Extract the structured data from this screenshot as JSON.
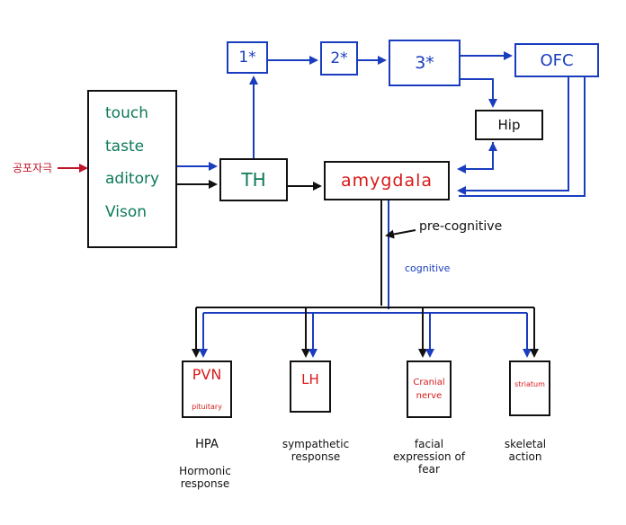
{
  "stimulus_label": "공포자극",
  "senses": [
    "touch",
    "taste",
    "aditory",
    "Vison"
  ],
  "nodes": {
    "th": "TH",
    "amygdala": "amygdala",
    "c1": "1*",
    "c2": "2*",
    "c3": "3*",
    "ofc": "OFC",
    "hip": "Hip",
    "pvn": "PVN",
    "pituitary": "pituitary",
    "lh": "LH",
    "cranial": "Cranial nerve",
    "striatum": "striatum"
  },
  "path_labels": {
    "pre_cognitive": "pre-cognitive",
    "cognitive": "cognitive"
  },
  "outputs": {
    "hpa_title": "HPA",
    "hpa_desc": "Hormonic response",
    "lh_desc": "sympathetic response",
    "cranial_desc": "facial expression of fear",
    "striatum_desc": "skeletal action"
  },
  "colors": {
    "ink": "#111111",
    "blue": "#1a3dbf",
    "red": "#d81919",
    "green": "#0e7a5a",
    "crimson": "#c0142b"
  }
}
